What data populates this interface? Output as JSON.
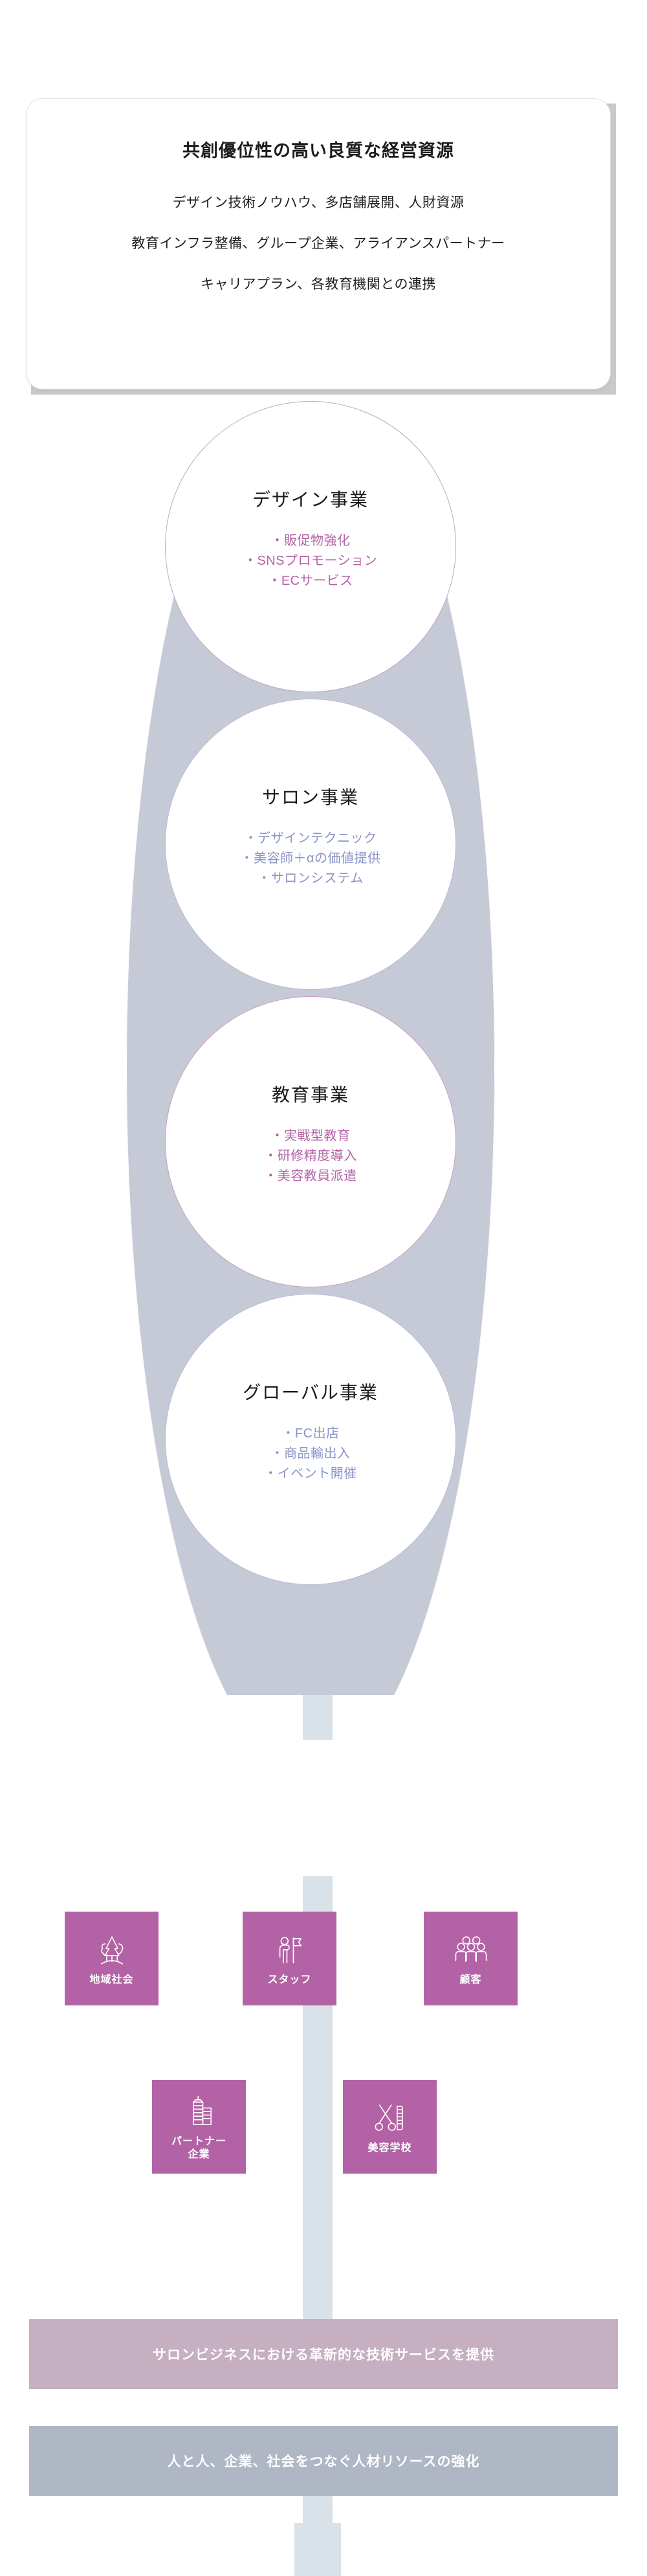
{
  "header_card": {
    "title": "共創優位性の高い良質な経営資源",
    "lines": [
      "デザイン技術ノウハウ、多店舗展開、人財資源",
      "教育インフラ整備、グループ企業、アライアンスパートナー",
      "キャリアプラン、各教育機関との連携"
    ]
  },
  "businesses": [
    {
      "title": "デザイン事業",
      "accent": "#b363a5",
      "ring": "#c9a0c4",
      "items": [
        "・販促物強化",
        "・SNSプロモーション",
        "・ECサービス"
      ]
    },
    {
      "title": "サロン事業",
      "accent": "#8b94c9",
      "ring": "#b8bdd2",
      "items": [
        "・デザインテクニック",
        "・美容師＋αの価値提供",
        "・サロンシステム"
      ]
    },
    {
      "title": "教育事業",
      "accent": "#b363a5",
      "ring": "#c9a0c4",
      "items": [
        "・実戦型教育",
        "・研修精度導入",
        "・美容教員派遣"
      ]
    },
    {
      "title": "グローバル事業",
      "accent": "#8b94c9",
      "ring": "#b8bdd2",
      "items": [
        "・FC出店",
        "・商品輸出入",
        "・イベント開催"
      ]
    }
  ],
  "tiles_row1": [
    {
      "label": "地域社会",
      "icon": "trees-park-icon"
    },
    {
      "label": "スタッフ",
      "icon": "person-with-flag-icon"
    },
    {
      "label": "顧客",
      "icon": "group-of-people-icon"
    }
  ],
  "tiles_row2": [
    {
      "label": "パートナー\n企業",
      "label_l1": "パートナー",
      "label_l2": "企業",
      "icon": "office-buildings-icon"
    },
    {
      "label": "美容学校",
      "label_l1": "美容学校",
      "label_l2": "",
      "icon": "scissors-comb-icon"
    }
  ],
  "banners": [
    {
      "text": "サロンビジネスにおける革新的な技術サービスを提供",
      "color": "#c5afc0"
    },
    {
      "text": "人と人、企業、社会をつなぐ人材リソースの強化",
      "color": "#b0b7c4"
    }
  ],
  "colors": {
    "tile_purple": "#b363a5",
    "capsule_gray": "#c6c9d6",
    "stripe_blue": "#d9e2e8",
    "card_shadow": "#c9c9c9"
  }
}
